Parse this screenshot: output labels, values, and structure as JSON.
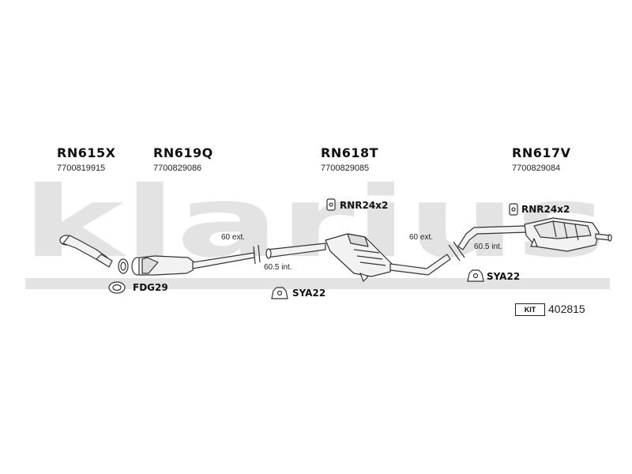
{
  "watermark": "klarius",
  "components": [
    {
      "code": "RN615X",
      "part_number": "7700819915"
    },
    {
      "code": "RN619Q",
      "part_number": "7700829086"
    },
    {
      "code": "RN618T",
      "part_number": "7700829085"
    },
    {
      "code": "RN617V",
      "part_number": "7700829084"
    }
  ],
  "accessories": {
    "gasket": "FDG29",
    "mount_left": "SYA22",
    "mount_right": "SYA22",
    "rubber_left": "RNR24x2",
    "rubber_right": "RNR24x2"
  },
  "joints": {
    "left_ext": "60 ext.",
    "left_int": "60.5 int.",
    "right_ext": "60 ext.",
    "right_int": "60.5 int."
  },
  "kit": {
    "label": "KIT",
    "number": "402815"
  },
  "colors": {
    "watermark": "#e3e3e3",
    "line": "#333333",
    "part_fill": "#f2f2f2"
  }
}
